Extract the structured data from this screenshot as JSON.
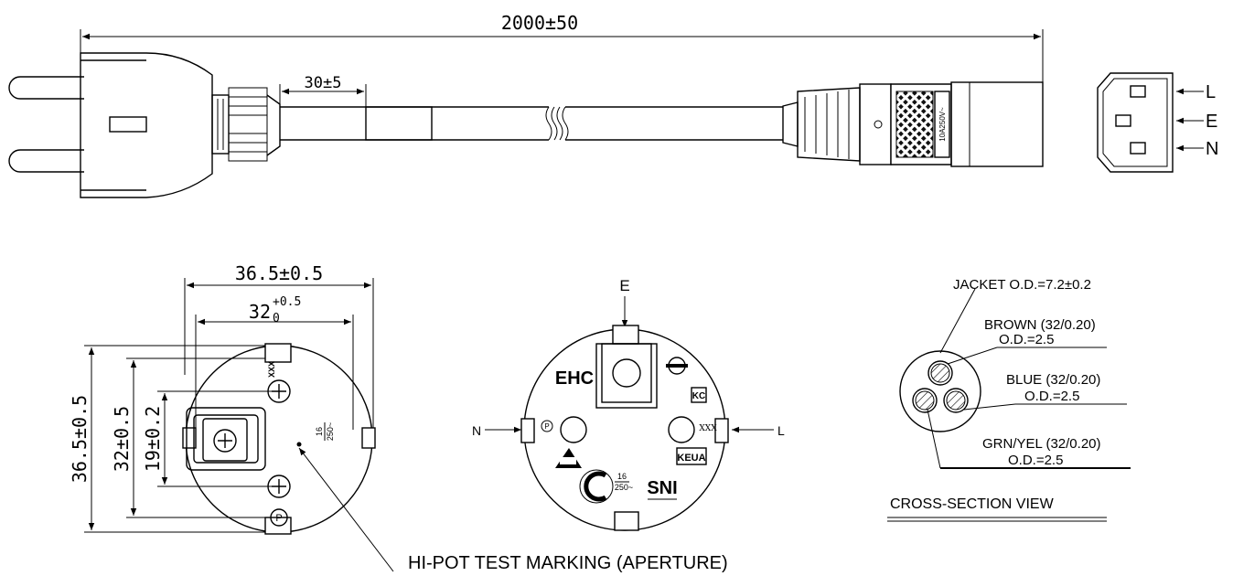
{
  "top_view": {
    "overall_length": "2000±50",
    "strip_length": "30±5",
    "connector_rating": "10A250V~",
    "pins": [
      "L",
      "E",
      "N"
    ]
  },
  "plug_face_dimensioned": {
    "width_outer": "36.5±0.5",
    "width_inner_base": "32",
    "width_inner_tol_upper": "+0.5",
    "width_inner_tol_lower": "0",
    "height_outer": "36.5±0.5",
    "height_mid": "32±0.5",
    "height_inner": "19±0.2",
    "marking_xxx": "XXX",
    "rating_num": "16",
    "rating_den": "250~",
    "p_mark": "P"
  },
  "plug_face_certified": {
    "earth_label": "E",
    "left_label": "N",
    "right_label": "L",
    "marks": {
      "eac": "EHC",
      "kc": "KC",
      "keua": "KEUA",
      "sni": "SNI",
      "xxx": "XXX",
      "rating_num": "16",
      "rating_den": "250~"
    }
  },
  "cross_section": {
    "jacket": "JACKET O.D.=7.2±0.2",
    "brown": "BROWN (32/0.20)",
    "brown_od": "O.D.=2.5",
    "blue": "BLUE (32/0.20)",
    "blue_od": "O.D.=2.5",
    "grnyel": "GRN/YEL (32/0.20)",
    "grnyel_od": "O.D.=2.5",
    "title": "CROSS-SECTION VIEW"
  },
  "hipot_label": "HI-POT TEST MARKING (APERTURE)"
}
